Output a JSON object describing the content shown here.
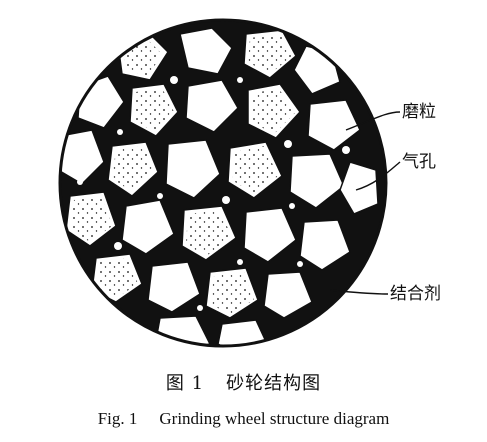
{
  "labels": {
    "grain": "磨粒",
    "pore": "气孔",
    "bond": "结合剂"
  },
  "caption": {
    "cn_number": "图 1",
    "cn_title": "砂轮结构图",
    "en_number": "Fig. 1",
    "en_title": "Grinding wheel structure diagram"
  },
  "colors": {
    "ink": "#111111",
    "background": "#ffffff"
  }
}
